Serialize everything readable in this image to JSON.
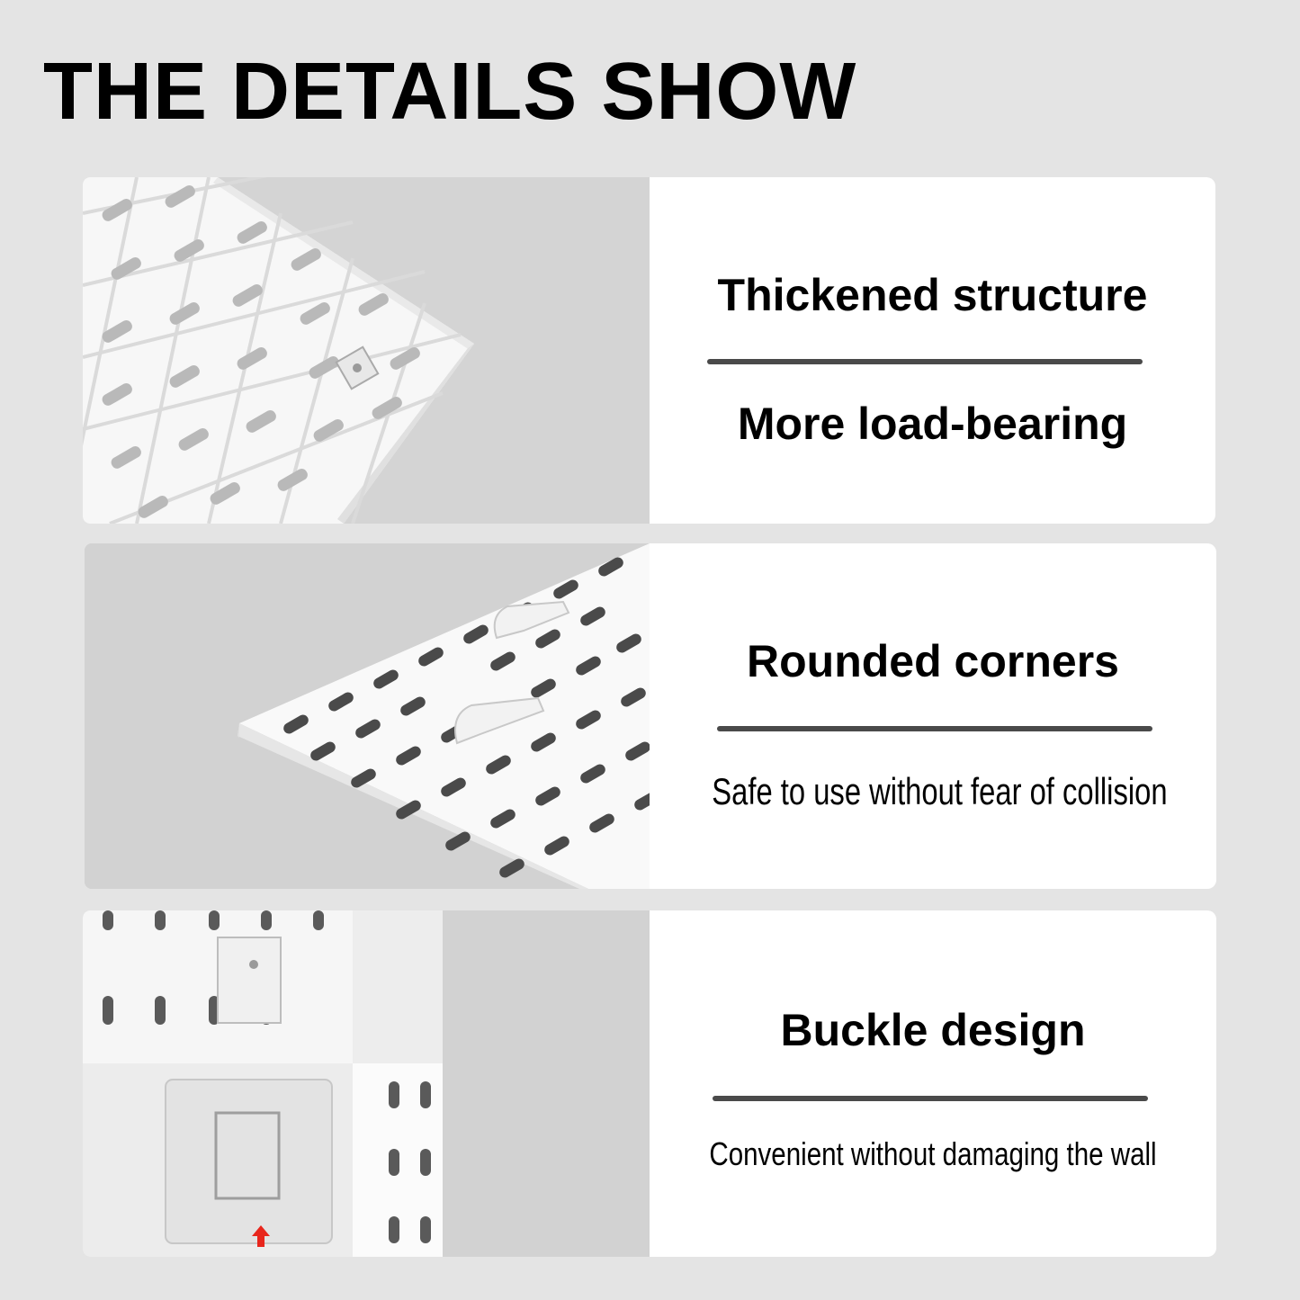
{
  "title": "THE DETAILS SHOW",
  "features": [
    {
      "heading": "Thickened structure",
      "subtext": "More load-bearing",
      "image_icon": "pegboard-grid-image"
    },
    {
      "heading": "Rounded corners",
      "subtext": "Safe to use without fear of collision",
      "image_icon": "pegboard-hooks-image"
    },
    {
      "heading": "Buckle design",
      "subtext": "Convenient without damaging the wall",
      "image_icon": "pegboard-buckle-image"
    }
  ],
  "colors": {
    "background": "#e4e4e4",
    "panel": "#ffffff",
    "divider": "#4a4a4a",
    "arrow": "#e8261c"
  }
}
